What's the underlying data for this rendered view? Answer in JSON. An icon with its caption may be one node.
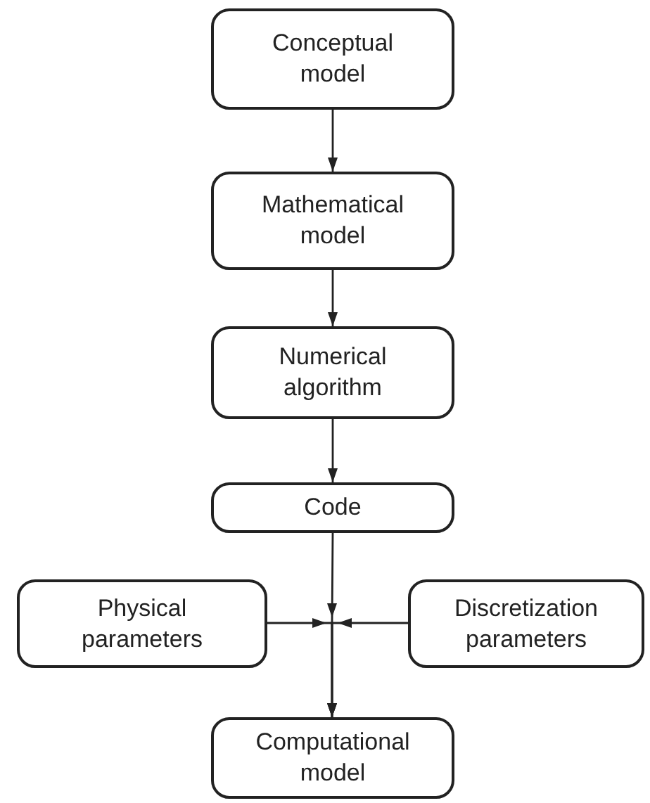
{
  "diagram": {
    "nodes": [
      {
        "text": [
          "Conceptual model"
        ]
      },
      {
        "text": [
          "Mathematical model"
        ]
      },
      {
        "text": [
          "Numerical algorithm"
        ]
      },
      {
        "text": [
          "Code"
        ]
      },
      {
        "text": [
          "Physical parameters"
        ]
      },
      {
        "text": [
          "Discretization parameters"
        ]
      },
      {
        "text": [
          "Computational model"
        ]
      }
    ],
    "edges": [
      {
        "from": 0,
        "to": 1,
        "arrow": "to"
      },
      {
        "from": 1,
        "to": 2,
        "arrow": "to"
      },
      {
        "from": 2,
        "to": 3,
        "arrow": "to"
      },
      {
        "from": 3,
        "to": 6,
        "arrow": "to"
      },
      {
        "from": 4,
        "to": 6,
        "arrow": "to"
      },
      {
        "from": 5,
        "to": 6,
        "arrow": "to"
      }
    ]
  }
}
